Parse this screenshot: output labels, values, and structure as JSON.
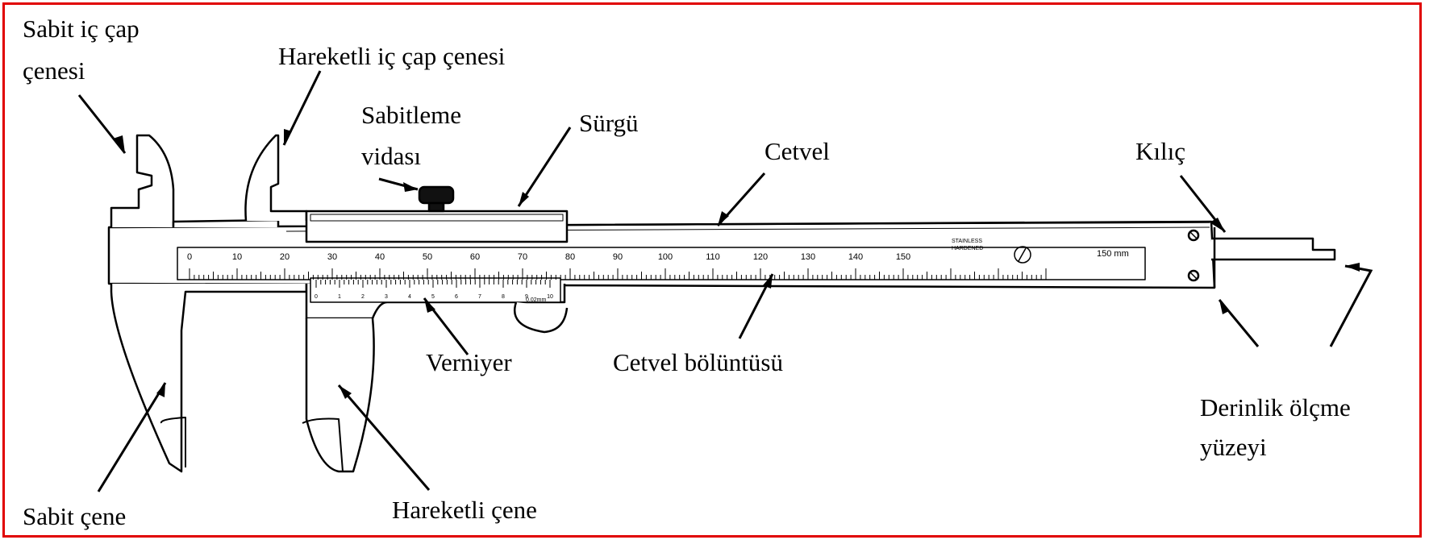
{
  "labels": {
    "sabit_ic_cap_1": "Sabit iç çap",
    "sabit_ic_cap_2": "çenesi",
    "hareketli_ic_cap": "Hareketli iç çap çenesi",
    "sabitleme_1": "Sabitleme",
    "sabitleme_2": "vidası",
    "surgu": "Sürgü",
    "cetvel": "Cetvel",
    "kilic": "Kılıç",
    "verniyer": "Verniyer",
    "cetvel_boluntusu": "Cetvel bölüntüsü",
    "derinlik_1": "Derinlik ölçme",
    "derinlik_2": "yüzeyi",
    "sabit_cene": "Sabit çene",
    "hareketli_cene": "Hareketli çene"
  },
  "scale": {
    "main_numbers": [
      "0",
      "10",
      "20",
      "30",
      "40",
      "50",
      "60",
      "70",
      "80",
      "90",
      "100",
      "110",
      "120",
      "130",
      "140",
      "150"
    ],
    "vernier_numbers": [
      "0",
      "1",
      "2",
      "3",
      "4",
      "5",
      "6",
      "7",
      "8",
      "9",
      "10"
    ],
    "vernier_unit": "0.02mm",
    "brand_line1": "STAINLESS",
    "brand_line2": "HARDENED",
    "end_label": "150 mm"
  },
  "colors": {
    "frame": "#e00000",
    "ink": "#000000"
  }
}
